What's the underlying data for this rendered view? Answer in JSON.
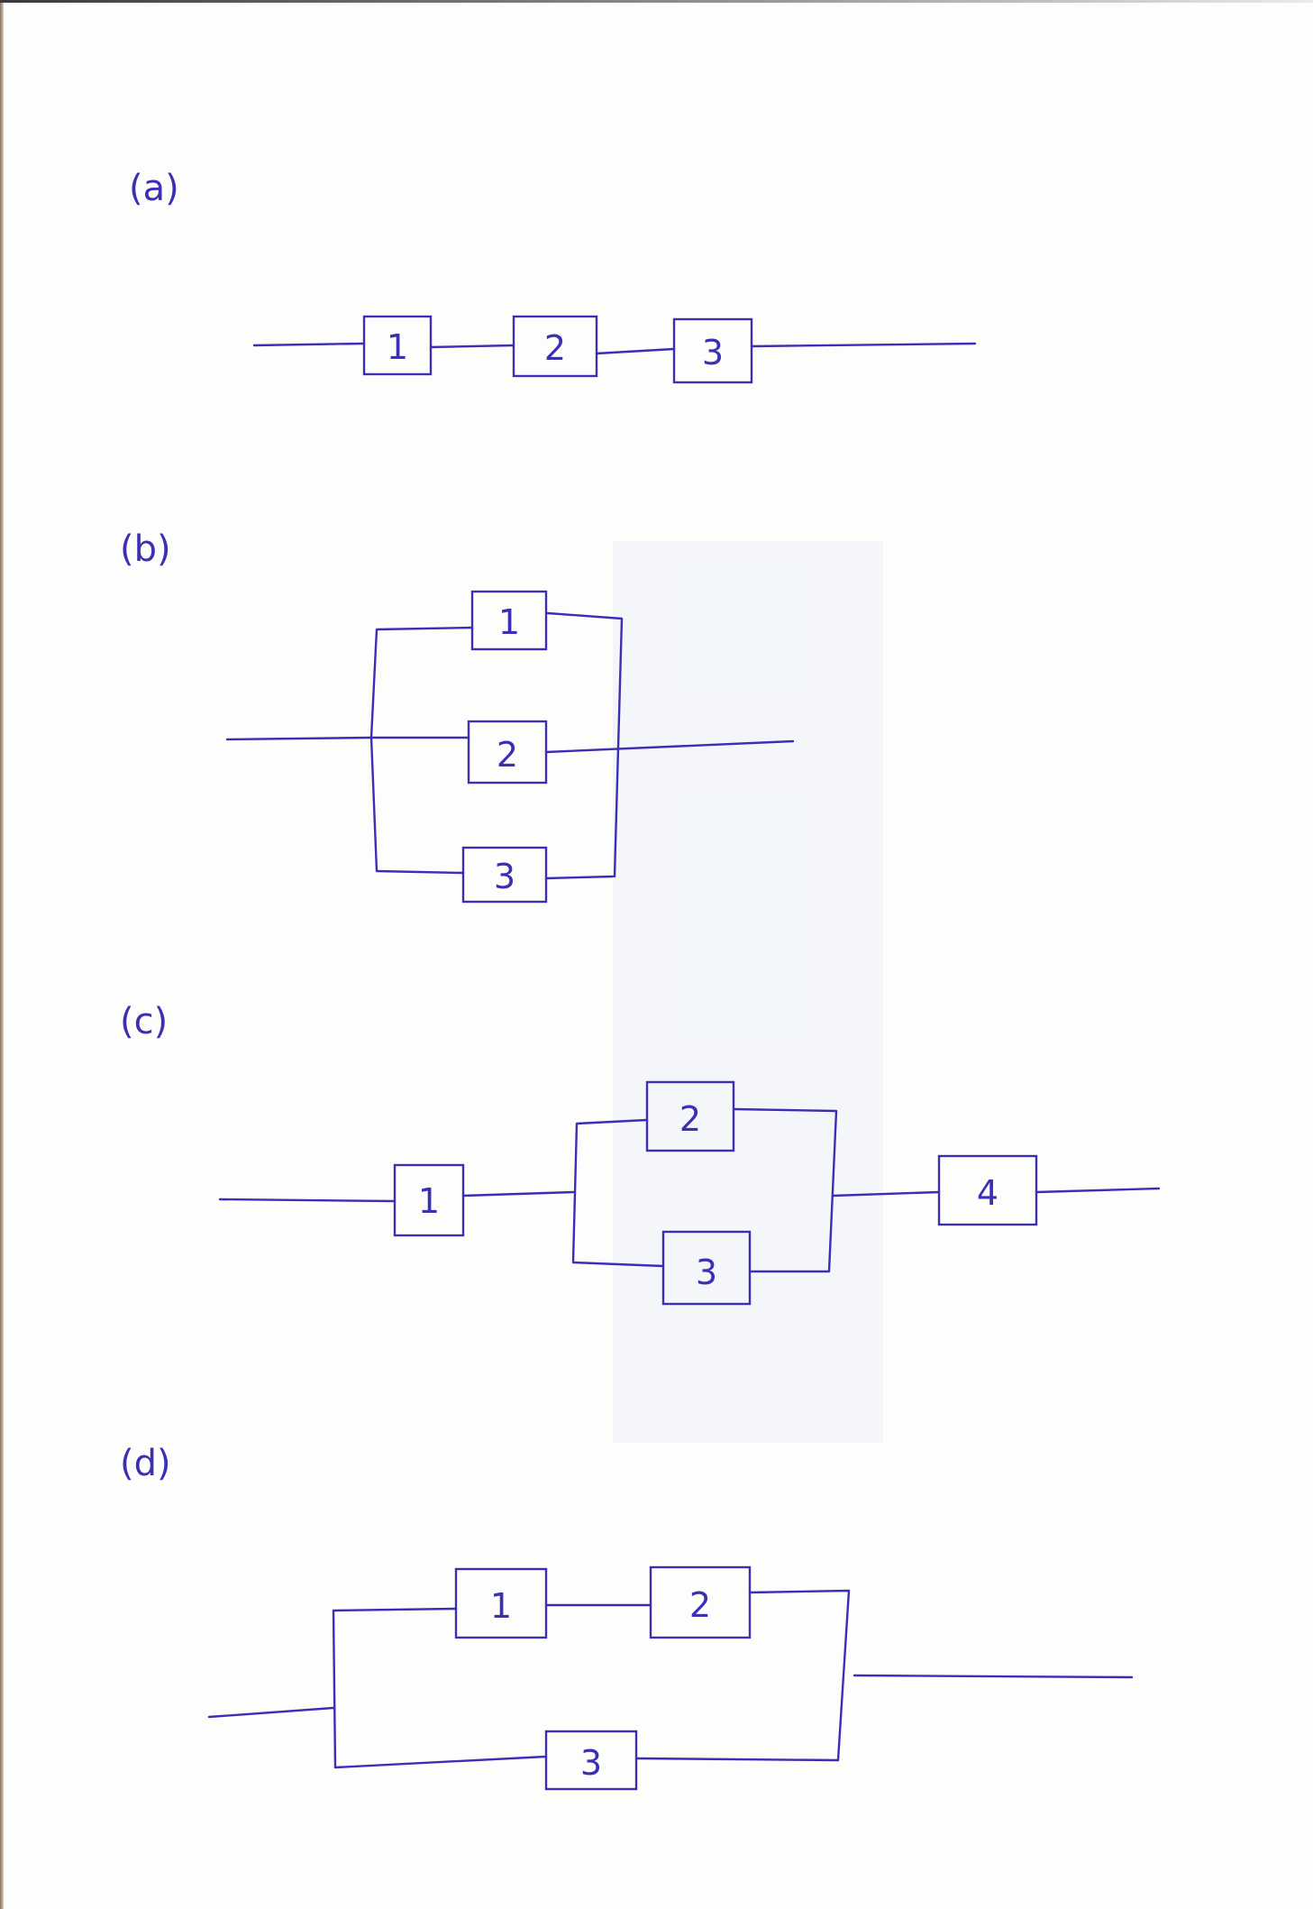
{
  "panels": {
    "a": {
      "label": "(a)",
      "boxes": [
        "1",
        "2",
        "3"
      ]
    },
    "b": {
      "label": "(b)",
      "boxes": [
        "1",
        "2",
        "3"
      ]
    },
    "c": {
      "label": "(c)",
      "boxes": [
        "1",
        "2",
        "3",
        "4"
      ]
    },
    "d": {
      "label": "(d)",
      "boxes": [
        "1",
        "2",
        "3"
      ]
    }
  },
  "colors": {
    "ink": "#3b2fb4",
    "paper": "#fdfdfc"
  }
}
